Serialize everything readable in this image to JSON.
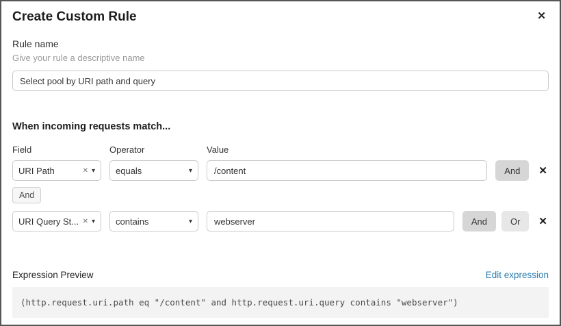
{
  "dialog": {
    "title": "Create Custom Rule"
  },
  "icons": {
    "close": "✕",
    "clear": "✕",
    "chevron_down": "▾",
    "row_delete": "✕"
  },
  "rule_name": {
    "label": "Rule name",
    "helper": "Give your rule a descriptive name",
    "value": "Select pool by URI path and query"
  },
  "match": {
    "heading": "When incoming requests match...",
    "field_label": "Field",
    "operator_label": "Operator",
    "value_label": "Value",
    "connector_label": "And",
    "and_label": "And",
    "or_label": "Or",
    "rows": [
      {
        "field": "URI Path",
        "operator": "equals",
        "value": "/content"
      },
      {
        "field": "URI Query St...",
        "operator": "contains",
        "value": "webserver"
      }
    ]
  },
  "expression": {
    "label": "Expression Preview",
    "edit_link": "Edit expression",
    "code": "(http.request.uri.path eq \"/content\" and http.request.uri.query contains \"webserver\")"
  },
  "colors": {
    "link_blue": "#2c7cb0",
    "and_button_bg": "#d6d6d6",
    "or_button_bg": "#e7e7e7",
    "code_bg": "#f3f3f3"
  }
}
